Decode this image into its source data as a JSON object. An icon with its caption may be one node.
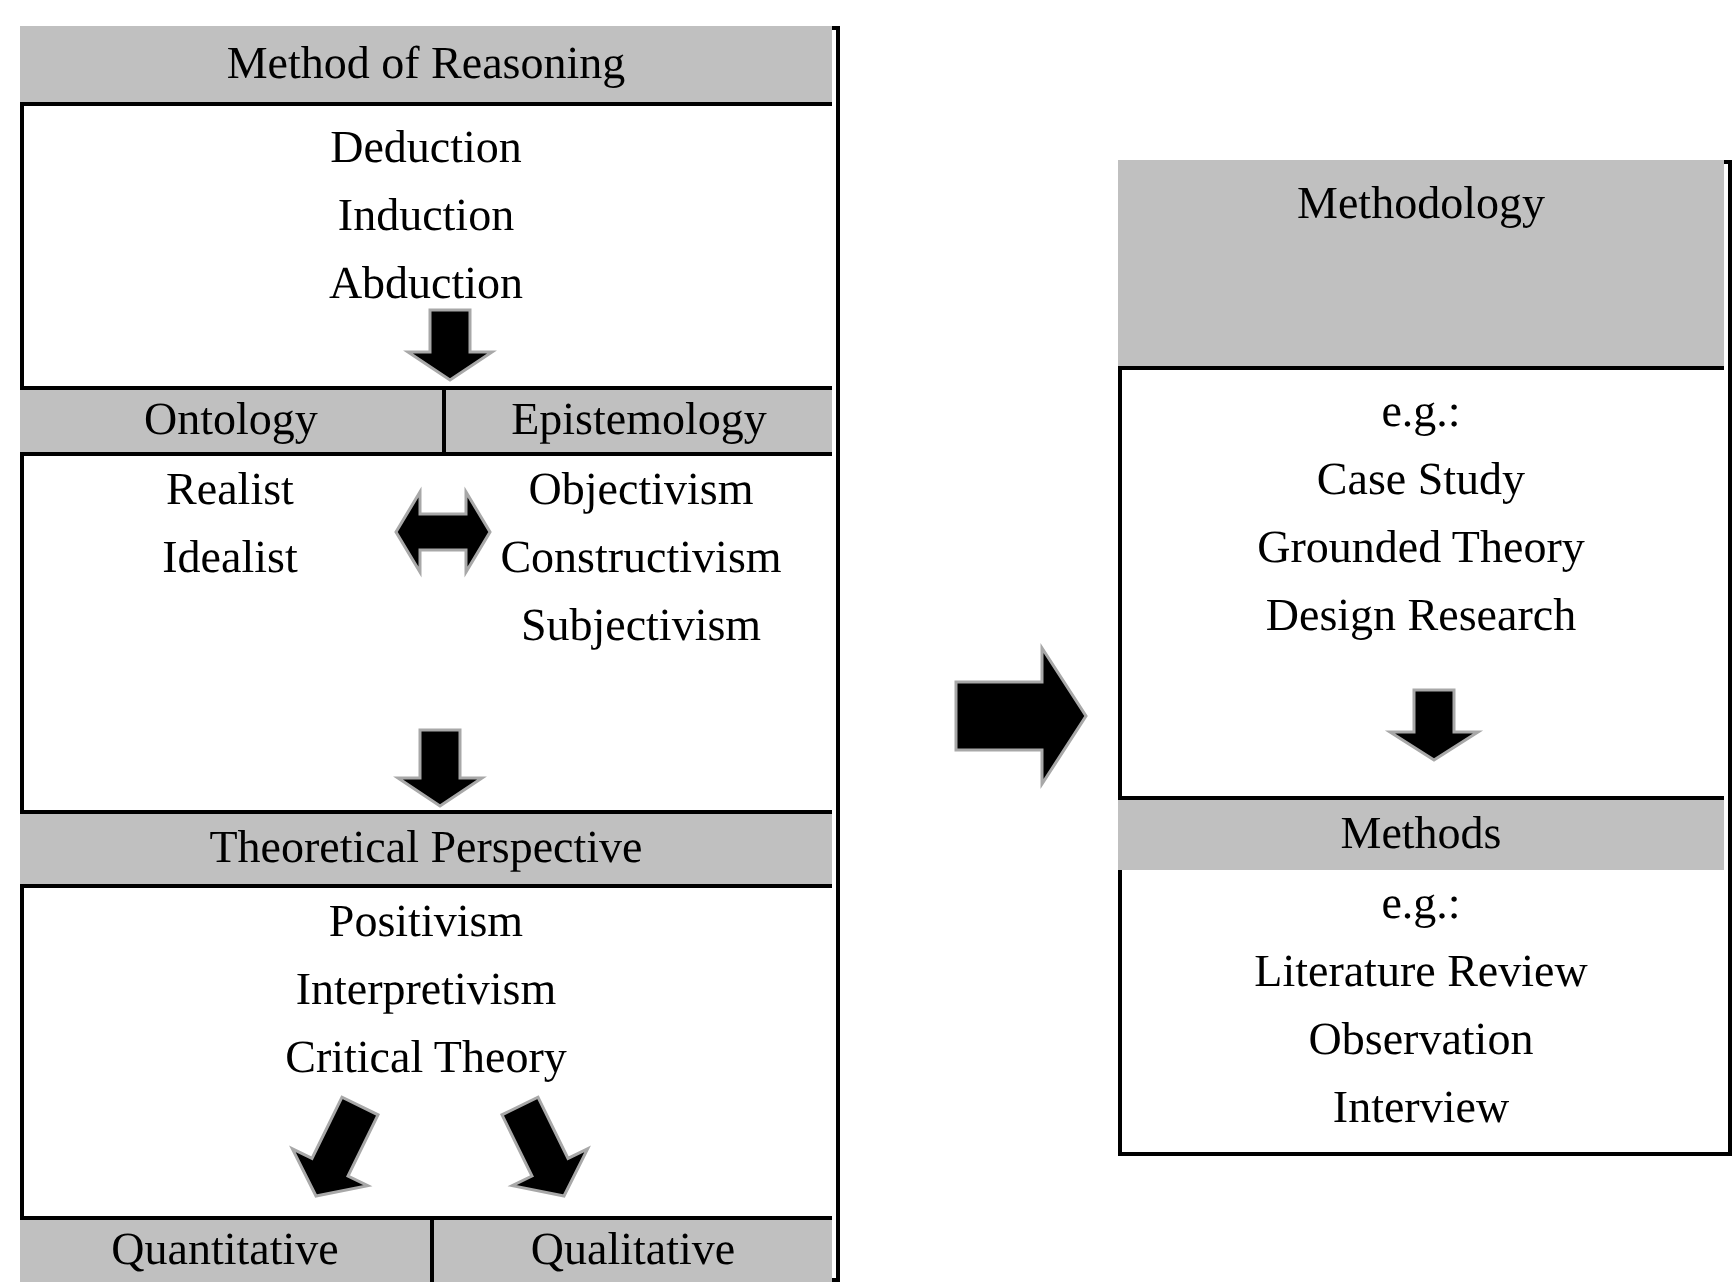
{
  "diagram": {
    "nodes": [
      {
        "text": [],
        "shape": "box"
      },
      {
        "text": [
          "Method of Reasoning",
          "Deduction",
          "Induction",
          "Abduction"
        ],
        "in": 0
      },
      {
        "text": [
          "Ontology",
          "Realist",
          "Idealist"
        ],
        "in": 0
      },
      {
        "text": [
          "Epistemology",
          "Objectivism",
          "Constructivism",
          "Subjectivism"
        ],
        "in": 0
      },
      {
        "text": [
          "Theoretical Perspective",
          "Positivism",
          "Interpretivism",
          "Critical Theory"
        ],
        "in": 0
      },
      {
        "text": [
          "Quantitative"
        ],
        "in": 0
      },
      {
        "text": [
          "Qualitative"
        ],
        "in": 0
      },
      {
        "text": [],
        "shape": "box"
      },
      {
        "text": [
          "Methodology",
          "e.g.:",
          "Case Study",
          "Grounded Theory",
          "Design Research"
        ],
        "in": 7
      },
      {
        "text": [
          "Methods",
          "e.g.:",
          "Literature Review",
          "Observation",
          "Interview"
        ],
        "in": 7
      }
    ],
    "edges": [
      {
        "from": 1,
        "to": 2,
        "arrow": "to"
      },
      {
        "from": 1,
        "to": 3,
        "arrow": "to"
      },
      {
        "from": 2,
        "to": 3,
        "arrow": "both"
      },
      {
        "from": null,
        "to": 4,
        "arrow": "to"
      },
      {
        "from": 4,
        "to": 5,
        "arrow": "to"
      },
      {
        "from": 4,
        "to": 6,
        "arrow": "to"
      },
      {
        "from": 0,
        "to": 7,
        "arrow": "to"
      },
      {
        "from": 8,
        "to": 9,
        "arrow": "to"
      }
    ]
  }
}
